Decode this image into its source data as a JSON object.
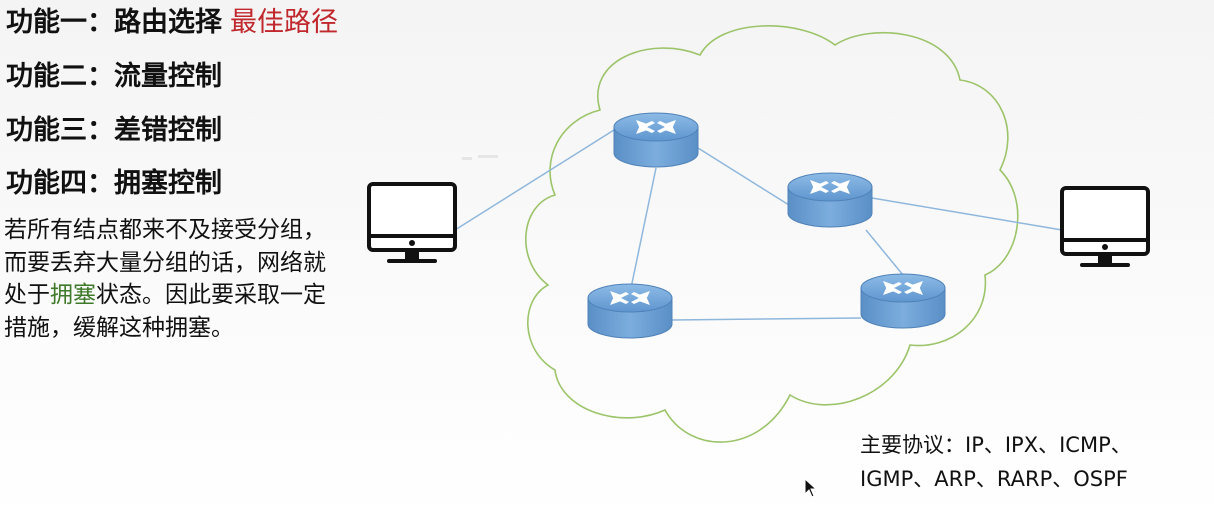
{
  "functions": [
    {
      "label": "功能一：路由选择",
      "accent": "最佳路径"
    },
    {
      "label": "功能二：流量控制"
    },
    {
      "label": "功能三：差错控制"
    },
    {
      "label": "功能四：拥塞控制"
    }
  ],
  "congestion_note": {
    "before": "若所有结点都来不及接受分组，而要丢弃大量分组的话，网络就处于",
    "highlight": "拥塞",
    "after": "状态。因此要采取一定措施，缓解这种拥塞。"
  },
  "protocols": {
    "line1": "主要协议：IP、IPX、ICMP、",
    "line2": "IGMP、ARP、RARP、OSPF"
  },
  "colors": {
    "accent_red": "#c0282d",
    "highlight_green": "#3f7a2b",
    "cloud_outline": "#9cc46a",
    "router_blue": "#6fa3d8",
    "link_blue": "#8fb7dc"
  },
  "icons": {
    "host": "desktop-monitor-icon",
    "router": "router-icon",
    "cursor": "mouse-pointer-icon"
  }
}
